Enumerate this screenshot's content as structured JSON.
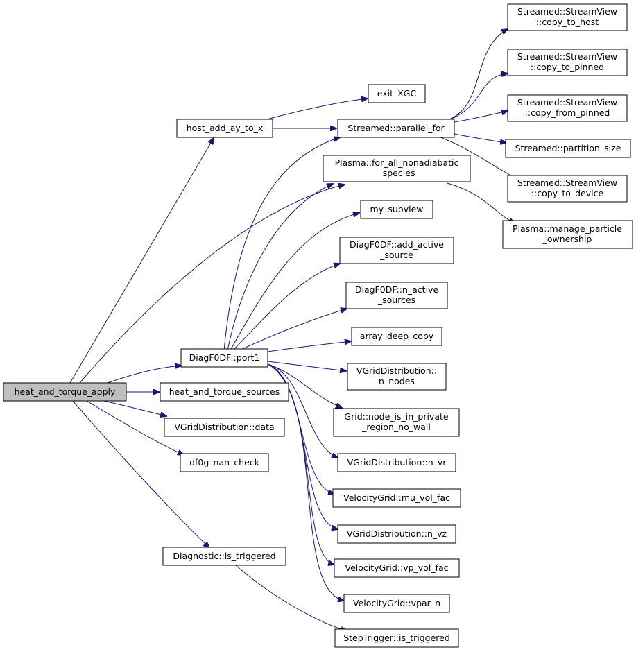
{
  "graph": {
    "edge_color": "#191970",
    "root_fill": "#bfbfbf",
    "nodes": [
      {
        "id": "heat_and_torque_apply",
        "lines": [
          "heat_and_torque_apply"
        ],
        "root": true
      },
      {
        "id": "host_add_ay_to_x",
        "lines": [
          "host_add_ay_to_x"
        ]
      },
      {
        "id": "exit_XGC",
        "lines": [
          "exit_XGC"
        ]
      },
      {
        "id": "parallel_for",
        "lines": [
          "Streamed::parallel_for"
        ]
      },
      {
        "id": "copy_to_host",
        "lines": [
          "Streamed::StreamView",
          "::copy_to_host"
        ]
      },
      {
        "id": "copy_to_pinned",
        "lines": [
          "Streamed::StreamView",
          "::copy_to_pinned"
        ]
      },
      {
        "id": "copy_from_pinned",
        "lines": [
          "Streamed::StreamView",
          "::copy_from_pinned"
        ]
      },
      {
        "id": "partition_size",
        "lines": [
          "Streamed::partition_size"
        ]
      },
      {
        "id": "copy_to_device",
        "lines": [
          "Streamed::StreamView",
          "::copy_to_device"
        ]
      },
      {
        "id": "for_all_nonadiabatic",
        "lines": [
          "Plasma::for_all_nonadiabatic",
          "_species"
        ]
      },
      {
        "id": "manage_particle",
        "lines": [
          "Plasma::manage_particle",
          "_ownership"
        ]
      },
      {
        "id": "my_subview",
        "lines": [
          "my_subview"
        ]
      },
      {
        "id": "add_active_source",
        "lines": [
          "DiagF0DF::add_active",
          "_source"
        ]
      },
      {
        "id": "n_active_sources",
        "lines": [
          "DiagF0DF::n_active",
          "_sources"
        ]
      },
      {
        "id": "array_deep_copy",
        "lines": [
          "array_deep_copy"
        ]
      },
      {
        "id": "port1",
        "lines": [
          "DiagF0DF::port1"
        ]
      },
      {
        "id": "vgd_n_nodes",
        "lines": [
          "VGridDistribution::",
          "n_nodes"
        ]
      },
      {
        "id": "heat_and_torque_sources",
        "lines": [
          "heat_and_torque_sources"
        ]
      },
      {
        "id": "vgd_data",
        "lines": [
          "VGridDistribution::data"
        ]
      },
      {
        "id": "node_is_in_private",
        "lines": [
          "Grid::node_is_in_private",
          "_region_no_wall"
        ]
      },
      {
        "id": "df0g_nan_check",
        "lines": [
          "df0g_nan_check"
        ]
      },
      {
        "id": "vgd_n_vr",
        "lines": [
          "VGridDistribution::n_vr"
        ]
      },
      {
        "id": "mu_vol_fac",
        "lines": [
          "VelocityGrid::mu_vol_fac"
        ]
      },
      {
        "id": "vgd_n_vz",
        "lines": [
          "VGridDistribution::n_vz"
        ]
      },
      {
        "id": "is_triggered",
        "lines": [
          "Diagnostic::is_triggered"
        ]
      },
      {
        "id": "vp_vol_fac",
        "lines": [
          "VelocityGrid::vp_vol_fac"
        ]
      },
      {
        "id": "vpar_n",
        "lines": [
          "VelocityGrid::vpar_n"
        ]
      },
      {
        "id": "step_is_triggered",
        "lines": [
          "StepTrigger::is_triggered"
        ]
      }
    ]
  }
}
